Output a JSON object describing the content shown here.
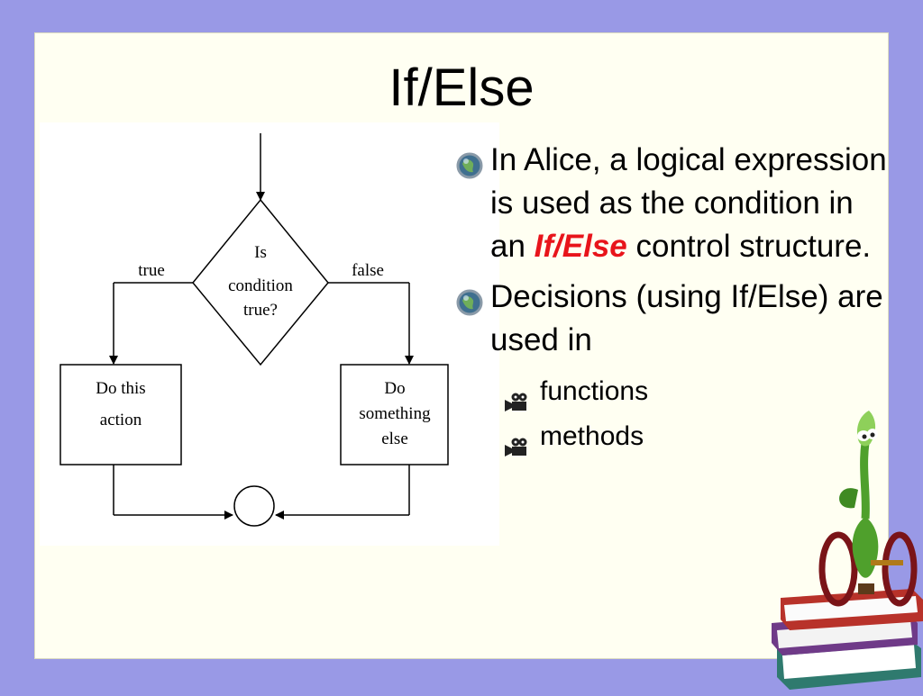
{
  "slide": {
    "title": "If/Else",
    "accent_color": "#e8141b",
    "bullets": [
      {
        "text_before": "In Alice, a logical expression is used as the condition in an ",
        "emphasis": "If/Else",
        "text_after": " control structure.",
        "icon": "globe-bullet-icon"
      },
      {
        "text": "Decisions (using If/Else) are used in",
        "icon": "globe-bullet-icon",
        "subitems": [
          {
            "text": "functions",
            "icon": "film-camera-icon"
          },
          {
            "text": "methods",
            "icon": "film-camera-icon"
          }
        ]
      }
    ]
  },
  "flowchart": {
    "decision_lines": [
      "Is",
      "condition",
      "true?"
    ],
    "true_label": "true",
    "false_label": "false",
    "left_box_lines": [
      "Do this",
      "action"
    ],
    "right_box_lines": [
      "Do",
      "something",
      "else"
    ]
  }
}
